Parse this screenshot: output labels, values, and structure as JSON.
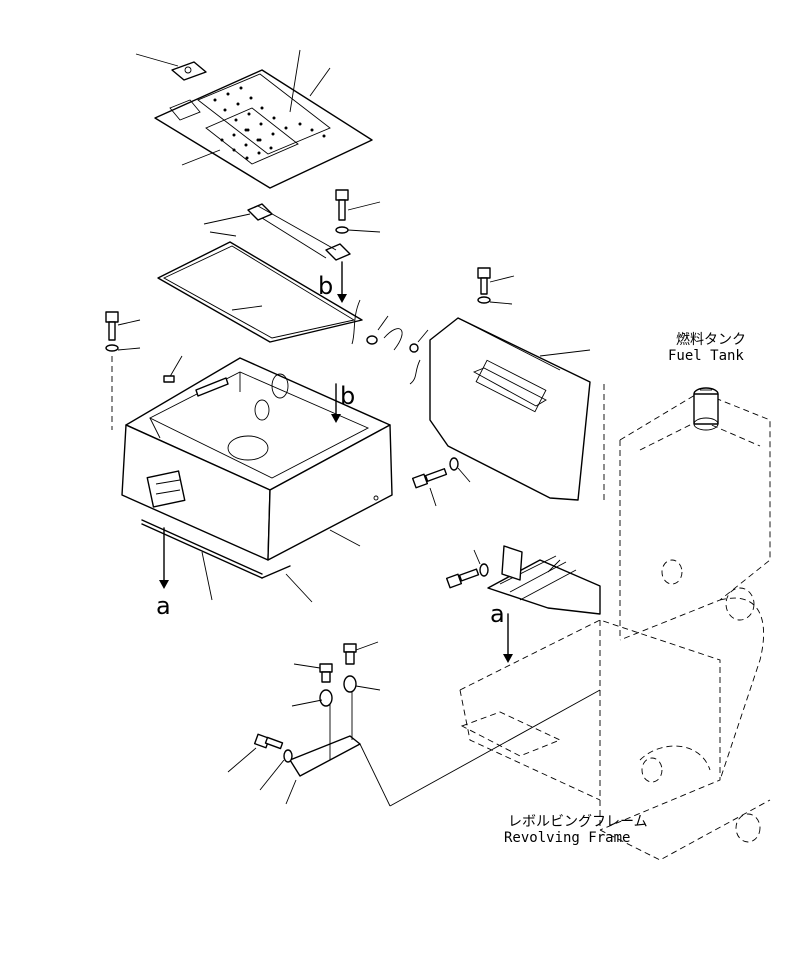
{
  "labels": {
    "fuel_tank_jp": "燃料タンク",
    "fuel_tank_en": "Fuel Tank",
    "frame_jp": "レボルビングフレーム",
    "frame_en": "Revolving Frame"
  },
  "markers": {
    "a_left": "a",
    "a_right": "a",
    "b_top": "b",
    "b_mid": "b"
  }
}
